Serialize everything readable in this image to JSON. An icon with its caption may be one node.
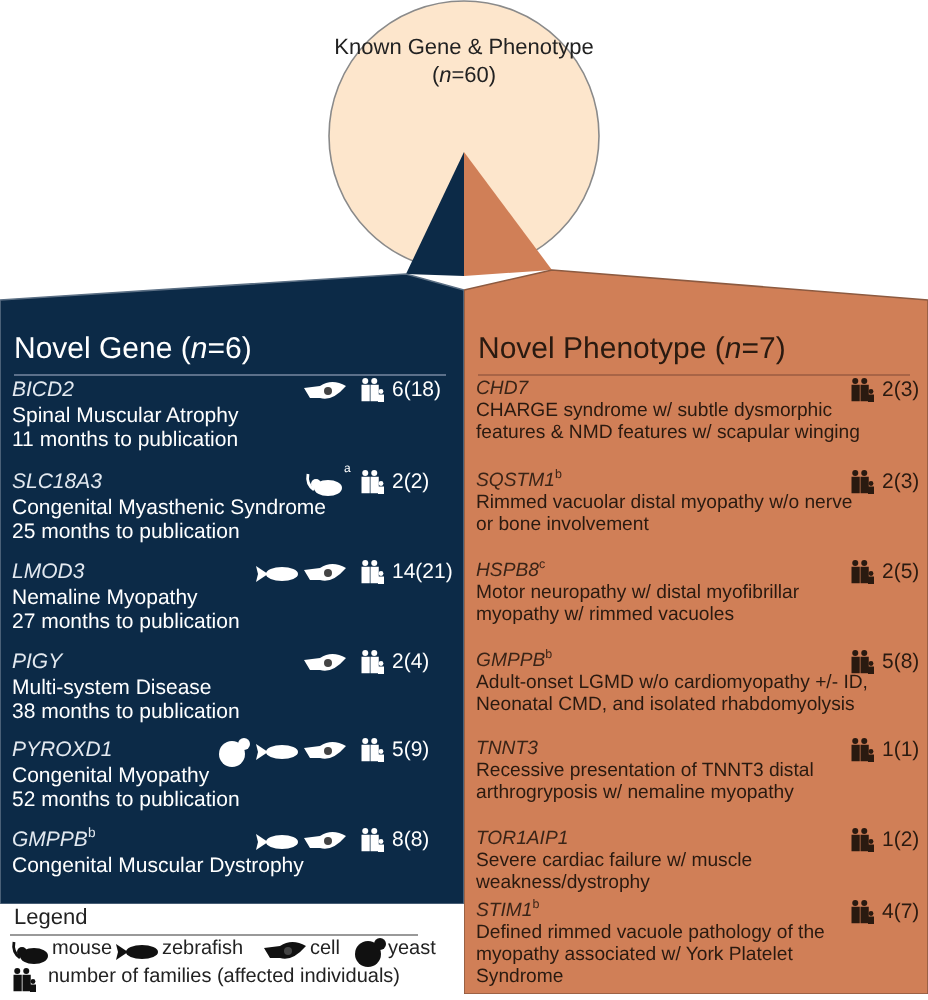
{
  "diagram": {
    "nodes": [
      {
        "text": [
          "Known Gene & Phenotype",
          "(*n*=60)"
        ]
      },
      {
        "text": [
          "Novel Gene (*n*=6)"
        ]
      },
      {
        "text": [
          "Novel Phenotype (*n*=7)"
        ]
      },
      {
        "text": [
          "BICD2",
          "Spinal Muscular Atrophy",
          "11 months to publication"
        ],
        "in": 1,
        "beside": [
          "6(18)"
        ]
      },
      {
        "text": [
          "SLC18A3",
          "Congenital Myasthenic Syndrome",
          "25 months to publication"
        ],
        "in": 1,
        "beside": [
          "2(2)"
        ]
      },
      {
        "text": [
          "LMOD3",
          "Nemaline Myopathy",
          "27 months to publication"
        ],
        "in": 1,
        "beside": [
          "14(21)"
        ]
      },
      {
        "text": [
          "PIGY",
          "Multi-system Disease",
          "38 months to publication"
        ],
        "in": 1,
        "beside": [
          "2(4)"
        ]
      },
      {
        "text": [
          "PYROXD1",
          "Congenital Myopathy",
          "52 months to publication"
        ],
        "in": 1,
        "beside": [
          "5(9)"
        ]
      },
      {
        "text": [
          "GMPPB$^{b}$",
          "Congenital Muscular Dystrophy"
        ],
        "in": 1,
        "beside": [
          "8(8)"
        ]
      },
      {
        "text": [
          "CHD7",
          "CHARGE syndrome w/ subtle dysmorphic features & NMD features w/ scapular winging"
        ],
        "in": 2,
        "beside": [
          "2(3)"
        ]
      },
      {
        "text": [
          "SQSTM1$^{b}$",
          "Rimmed vacuolar distal myopathy w/o nerve or bone involvement"
        ],
        "in": 2,
        "beside": [
          "2(3)"
        ]
      },
      {
        "text": [
          "HSPB8$^{c}$",
          "Motor neuropathy w/ distal myofibrillar myopathy w/ rimmed vacuoles"
        ],
        "in": 2,
        "beside": [
          "2(5)"
        ]
      },
      {
        "text": [
          "GMPPB$^{b}$",
          "Adult-onset LGMD w/o cardiomyopathy +/- ID, Neonatal CMD, and isolated rhabdomyolysis"
        ],
        "in": 2,
        "beside": [
          "5(8)"
        ]
      },
      {
        "text": [
          "TNNT3",
          "Recessive presentation of TNNT3 distal arthrogryposis w/ nemaline myopathy"
        ],
        "in": 2,
        "beside": [
          "1(1)"
        ]
      },
      {
        "text": [
          "TOR1AIP1",
          "Severe cardiac failure w/ muscle weakness/dystrophy"
        ],
        "in": 2,
        "beside": [
          "1(2)"
        ]
      },
      {
        "text": [
          "STIM1$^{b}$",
          "Defined rimmed vacuole pathology of the myopathy associated w/ York Platelet Syndrome"
        ],
        "in": 2,
        "beside": [
          "4(7)"
        ]
      }
    ],
    "labels": [
      "a",
      "Legend"
    ],
    "legend": [
      {
        "text": "mouse"
      },
      {
        "text": "zebrafish"
      },
      {
        "text": "cell"
      },
      {
        "text": "yeast"
      },
      {
        "text": "number of families (affected individuals)"
      }
    ]
  }
}
